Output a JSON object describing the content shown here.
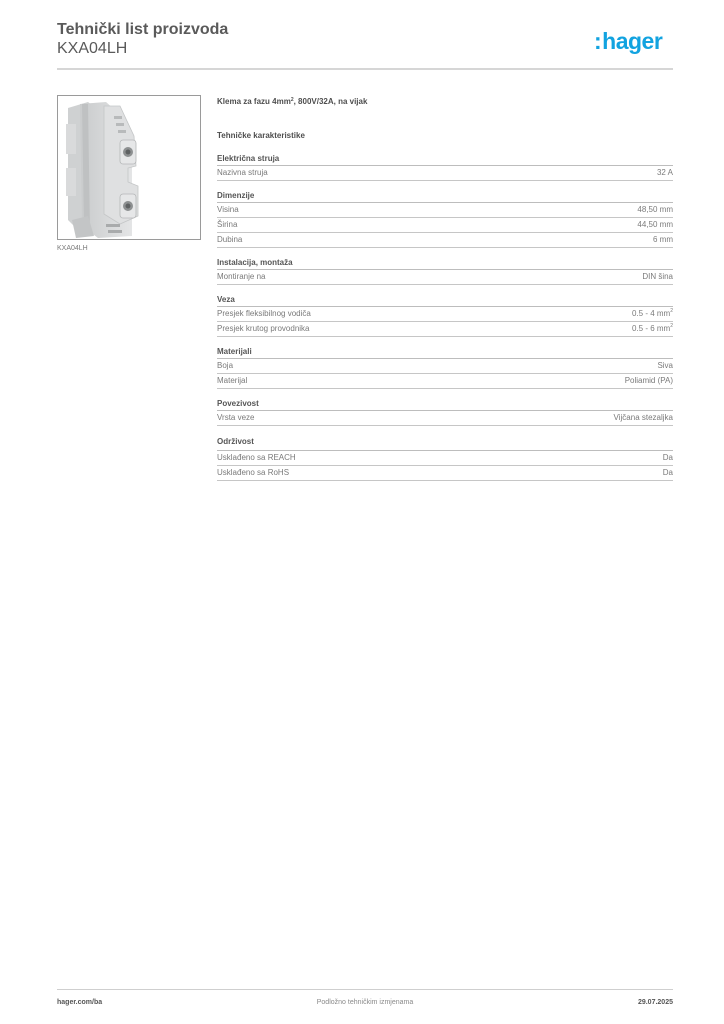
{
  "header": {
    "title": "Tehnički list proizvoda",
    "product_code": "KXA04LH"
  },
  "logo": {
    "colon": ":",
    "text": "hager",
    "color": "#12a3e0"
  },
  "product_image": {
    "icon": "terminal-block-image",
    "caption": "KXA04LH"
  },
  "main": {
    "description": "Klema za fazu 4mm², 800V/32A, na vijak",
    "section_heading": "Tehničke karakteristike",
    "groups": [
      {
        "title": "Električna struja",
        "rows": [
          {
            "label": "Nazivna struja",
            "value": "32 A"
          }
        ]
      },
      {
        "title": "Dimenzije",
        "rows": [
          {
            "label": "Visina",
            "value": "48,50 mm"
          },
          {
            "label": "Širina",
            "value": "44,50 mm"
          },
          {
            "label": "Dubina",
            "value": "6 mm"
          }
        ]
      },
      {
        "title": "Instalacija, montaža",
        "rows": [
          {
            "label": "Montiranje na",
            "value": "DIN šina"
          }
        ]
      },
      {
        "title": "Veza",
        "rows": [
          {
            "label": "Presjek fleksibilnog vodiča",
            "value": "0.5 - 4 mm²"
          },
          {
            "label": "Presjek krutog provodnika",
            "value": "0.5 - 6 mm²"
          }
        ]
      },
      {
        "title": "Materijali",
        "rows": [
          {
            "label": "Boja",
            "value": "Siva"
          },
          {
            "label": "Materijal",
            "value": "Poliamid (PA)"
          }
        ]
      },
      {
        "title": "Povezivost",
        "rows": [
          {
            "label": "Vrsta veze",
            "value": "Vijčana stezaljka"
          }
        ]
      },
      {
        "title": "Održivost",
        "rows": [
          {
            "label": "Usklađeno sa REACH",
            "value": "Da"
          },
          {
            "label": "Usklađeno sa RoHS",
            "value": "Da"
          }
        ]
      }
    ]
  },
  "footer": {
    "website": "hager.com/ba",
    "note": "Podložno tehničkim izmjenama",
    "date": "29.07.2025"
  }
}
